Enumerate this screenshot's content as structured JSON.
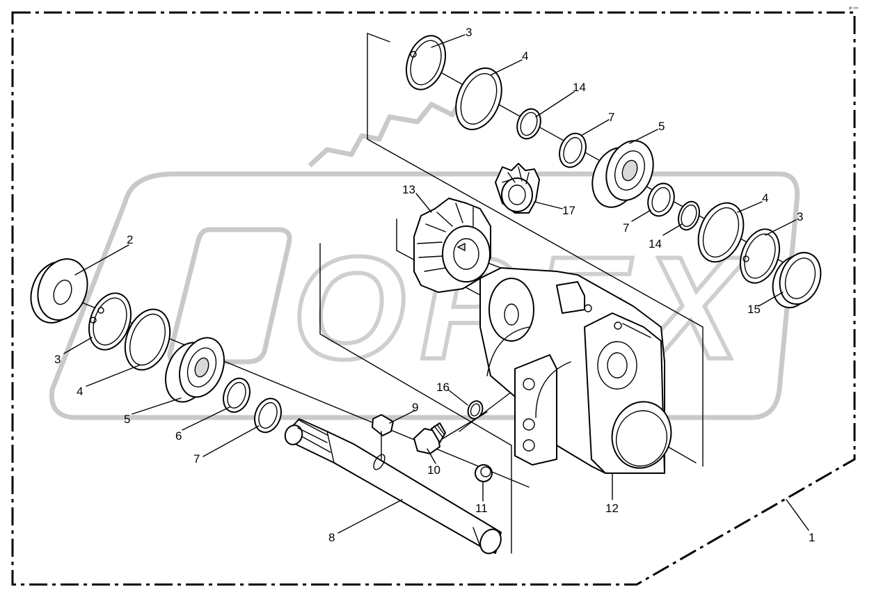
{
  "diagram": {
    "corner_code": "ᵍᴰ ᵒᵒᵒ",
    "watermark": "OPEX",
    "labels": [
      {
        "id": "lbl-1",
        "text": "1"
      },
      {
        "id": "lbl-2",
        "text": "2"
      },
      {
        "id": "lbl-3a",
        "text": "3"
      },
      {
        "id": "lbl-3b",
        "text": "3"
      },
      {
        "id": "lbl-3c",
        "text": "3"
      },
      {
        "id": "lbl-4a",
        "text": "4"
      },
      {
        "id": "lbl-4b",
        "text": "4"
      },
      {
        "id": "lbl-4c",
        "text": "4"
      },
      {
        "id": "lbl-5a",
        "text": "5"
      },
      {
        "id": "lbl-5b",
        "text": "5"
      },
      {
        "id": "lbl-6",
        "text": "6"
      },
      {
        "id": "lbl-7a",
        "text": "7"
      },
      {
        "id": "lbl-7b",
        "text": "7"
      },
      {
        "id": "lbl-7c",
        "text": "7"
      },
      {
        "id": "lbl-8",
        "text": "8"
      },
      {
        "id": "lbl-9",
        "text": "9"
      },
      {
        "id": "lbl-10",
        "text": "10"
      },
      {
        "id": "lbl-11",
        "text": "11"
      },
      {
        "id": "lbl-12",
        "text": "12"
      },
      {
        "id": "lbl-13",
        "text": "13"
      },
      {
        "id": "lbl-14a",
        "text": "14"
      },
      {
        "id": "lbl-14b",
        "text": "14"
      },
      {
        "id": "lbl-15",
        "text": "15"
      },
      {
        "id": "lbl-16",
        "text": "16"
      },
      {
        "id": "lbl-17",
        "text": "17"
      }
    ]
  }
}
